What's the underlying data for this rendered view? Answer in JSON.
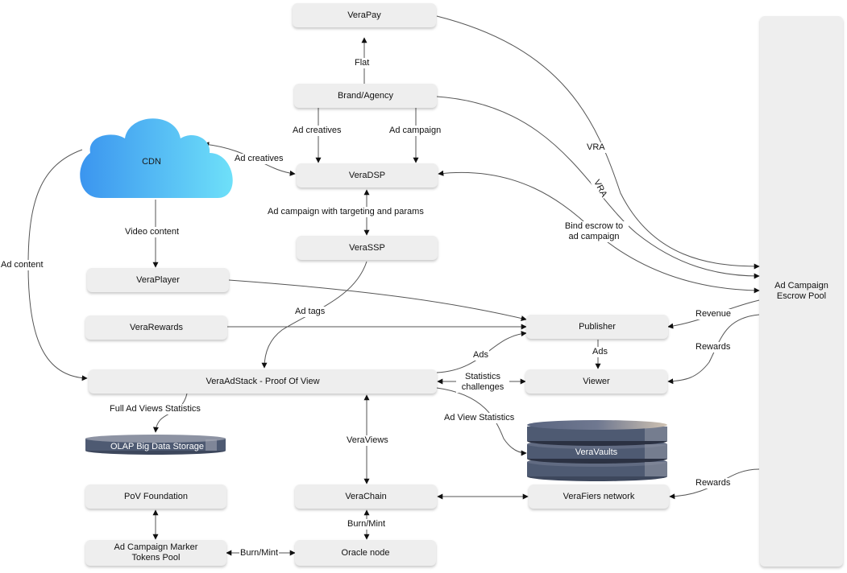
{
  "nodes": {
    "verapay": "VeraPay",
    "brand_agency": "Brand/Agency",
    "cdn": "CDN",
    "veradsp": "VeraDSP",
    "verassp": "VeraSSP",
    "veraplayer": "VeraPlayer",
    "verarewards": "VeraRewards",
    "publisher": "Publisher",
    "viewer": "Viewer",
    "veraadstack": "VeraAdStack - Proof Of View",
    "olap": "OLAP Big Data Storage",
    "veravaults": "VeraVaults",
    "pov_foundation": "PoV Foundation",
    "verachain": "VeraChain",
    "verafiers": "VeraFiers network",
    "marker_pool": "Ad Campaign Marker Tokens Pool",
    "oracle": "Oracle node",
    "escrow_pool": "Ad Campaign Escrow Pool"
  },
  "edges": {
    "flat": "Flat",
    "ad_creatives_brand": "Ad creatives",
    "ad_campaign": "Ad campaign",
    "ad_creatives_cdn": "Ad creatives",
    "vra_1": "VRA",
    "vra_2": "VRA",
    "targeting": "Ad campaign with targeting and params",
    "bind_escrow": "Bind escrow to ad campaign",
    "video_content": "Video content",
    "ad_content": "Ad content",
    "ad_tags": "Ad tags",
    "revenue": "Revenue",
    "rewards_viewer": "Rewards",
    "ads_publisher": "Ads",
    "ads_viewer": "Ads",
    "stats_challenges": "Statistics challenges",
    "full_stats": "Full Ad Views Statistics",
    "ad_view_stats": "Ad View Statistics",
    "veraviews": "VeraViews",
    "rewards_verafiers": "Rewards",
    "burn_mint_chain": "Burn/Mint",
    "burn_mint_pool": "Burn/Mint"
  },
  "colors": {
    "box_fill": "#eeeeee",
    "line": "#555555",
    "cdn_gradient_start": "#3b95ef",
    "cdn_gradient_end": "#6ee0f9",
    "storage_fill": "#4e5a72"
  }
}
